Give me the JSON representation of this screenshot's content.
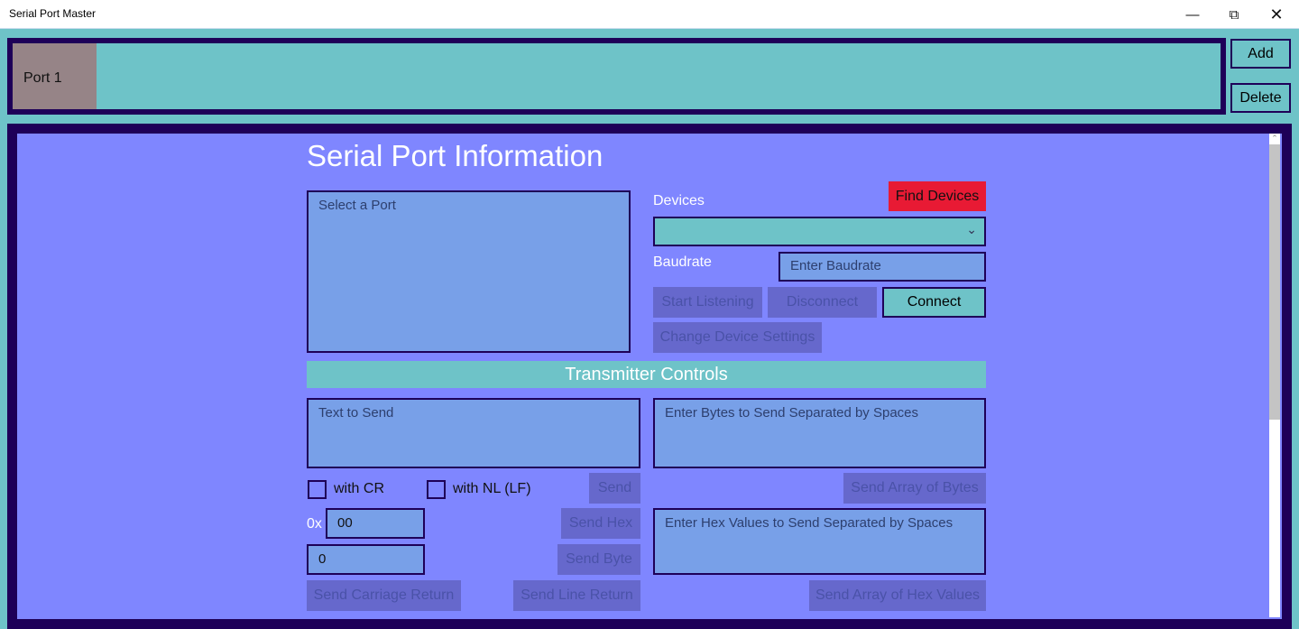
{
  "window": {
    "title": "Serial Port Master"
  },
  "tabs": [
    {
      "label": "Port 1"
    }
  ],
  "side": {
    "add": "Add",
    "delete": "Delete"
  },
  "main": {
    "title": "Serial Port Information",
    "port_list_placeholder": "Select a Port",
    "devices_label": "Devices",
    "find_devices": "Find Devices",
    "devices_value": "",
    "baudrate_label": "Baudrate",
    "baudrate_placeholder": "Enter Baudrate",
    "start_listening": "Start Listening",
    "disconnect": "Disconnect",
    "connect": "Connect",
    "change_settings": "Change Device Settings",
    "transmitter_header": "Transmitter Controls",
    "text_placeholder": "Text to Send",
    "bytes_placeholder": "Enter Bytes to Send Separated by Spaces",
    "with_cr": "with CR",
    "with_nl": "with NL (LF)",
    "send": "Send",
    "send_array_bytes": "Send Array of Bytes",
    "hex_prefix": "0x",
    "hex_value": "00",
    "send_hex": "Send Hex",
    "hex_values_placeholder": "Enter Hex Values to Send Separated by Spaces",
    "byte_value": "0",
    "send_byte": "Send Byte",
    "send_cr": "Send Carriage Return",
    "send_lr": "Send Line Return",
    "send_array_hex": "Send Array of Hex Values"
  },
  "colors": {
    "teal": "#6ec3c8",
    "navy": "#1e0058",
    "panel": "#7f86ff",
    "accent_red": "#e81a34"
  }
}
